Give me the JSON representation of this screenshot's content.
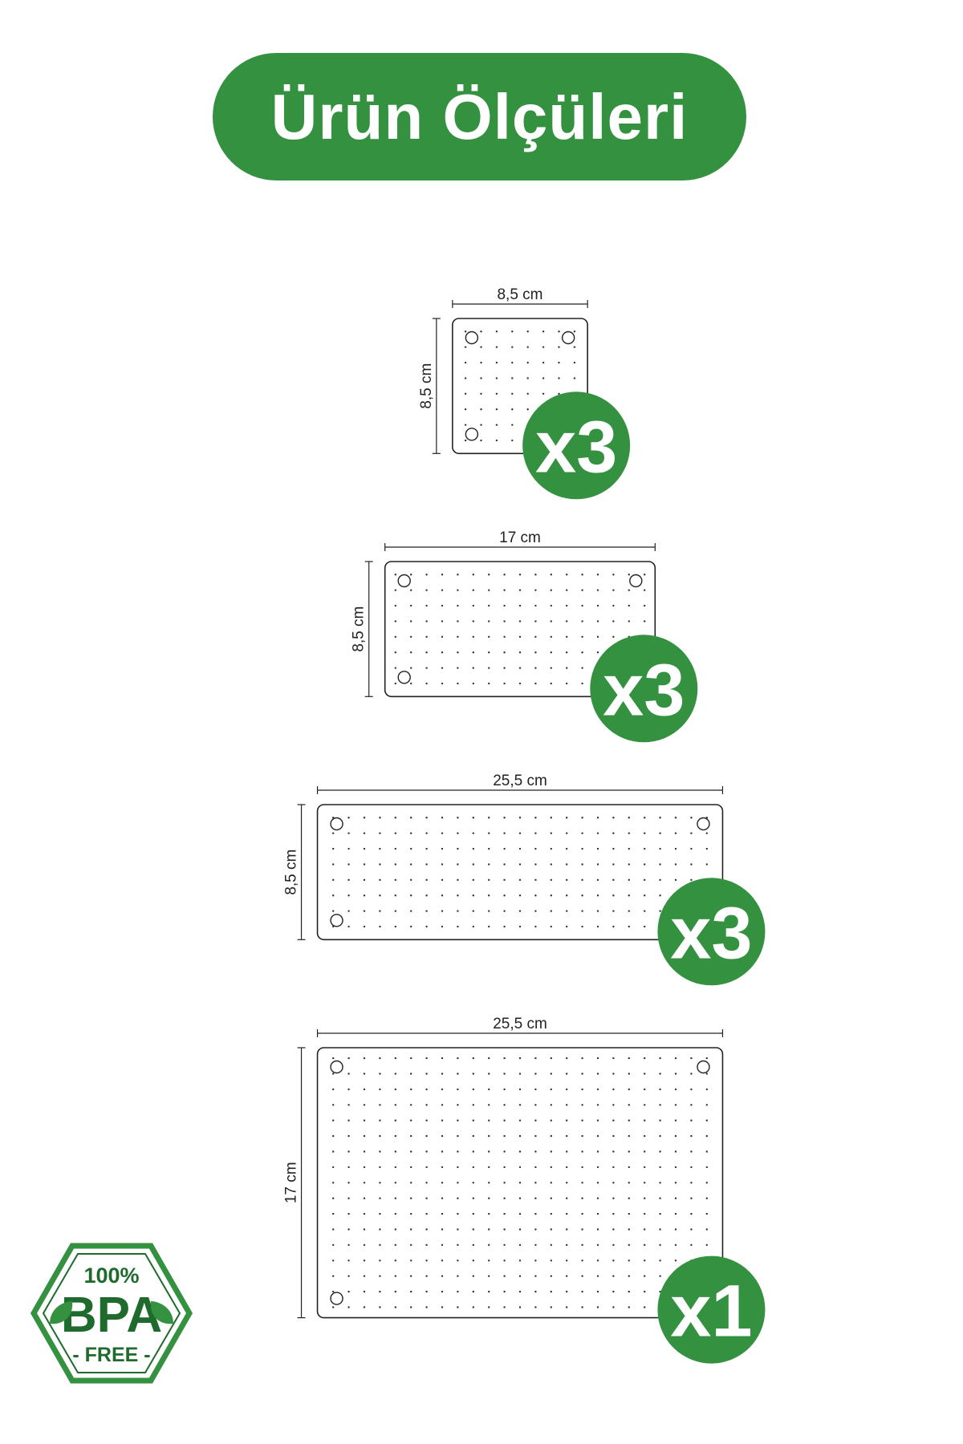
{
  "title": "Ürün Ölçüleri",
  "colors": {
    "accent": "#339140",
    "dark_green": "#1e6b2d",
    "line": "#222222"
  },
  "panels": [
    {
      "width_label": "8,5 cm",
      "height_label": "8,5 cm",
      "count": "x3",
      "width_cm": 8.5,
      "height_cm": 8.5
    },
    {
      "width_label": "17 cm",
      "height_label": "8,5 cm",
      "count": "x3",
      "width_cm": 17,
      "height_cm": 8.5
    },
    {
      "width_label": "25,5 cm",
      "height_label": "8,5 cm",
      "count": "x3",
      "width_cm": 25.5,
      "height_cm": 8.5
    },
    {
      "width_label": "25,5 cm",
      "height_label": "17 cm",
      "count": "x1",
      "width_cm": 25.5,
      "height_cm": 17
    }
  ],
  "badge": {
    "top": "100%",
    "middle": "BPA",
    "bottom": "- FREE -",
    "icon": "leaf-icon"
  }
}
